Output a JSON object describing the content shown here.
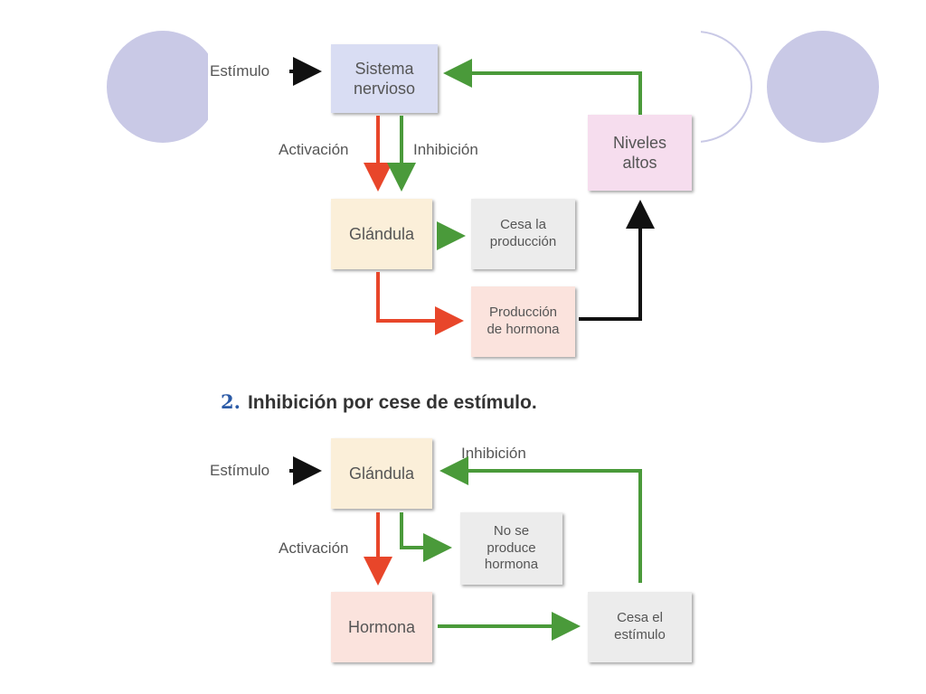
{
  "diagram1": {
    "stimulus": "Estímulo",
    "nervous_system": "Sistema nervioso",
    "activation": "Activación",
    "inhibition": "Inhibición",
    "high_levels": "Niveles altos",
    "gland": "Glándula",
    "stops_production": "Cesa la producción",
    "hormone_production": "Producción de hormona"
  },
  "section_number": "2.",
  "section_title": "Inhibición por cese de estímulo.",
  "diagram2": {
    "stimulus": "Estímulo",
    "gland": "Glándula",
    "inhibition": "Inhibición",
    "activation": "Activación",
    "no_hormone": "No se produce hormona",
    "hormone": "Hormona",
    "stimulus_stops": "Cesa el estímulo"
  },
  "colors": {
    "activation": "#e8462a",
    "inhibition": "#4a9a3a",
    "neutral_arrow": "#111111",
    "nervous_box": "#d9ddf3",
    "gland_box": "#fbefd9",
    "stop_box": "#ececec",
    "production_box": "#fbe3dd",
    "levels_box": "#f6ddee",
    "decoration": "#c9c9e6",
    "number_blue": "#2b5aa6"
  }
}
